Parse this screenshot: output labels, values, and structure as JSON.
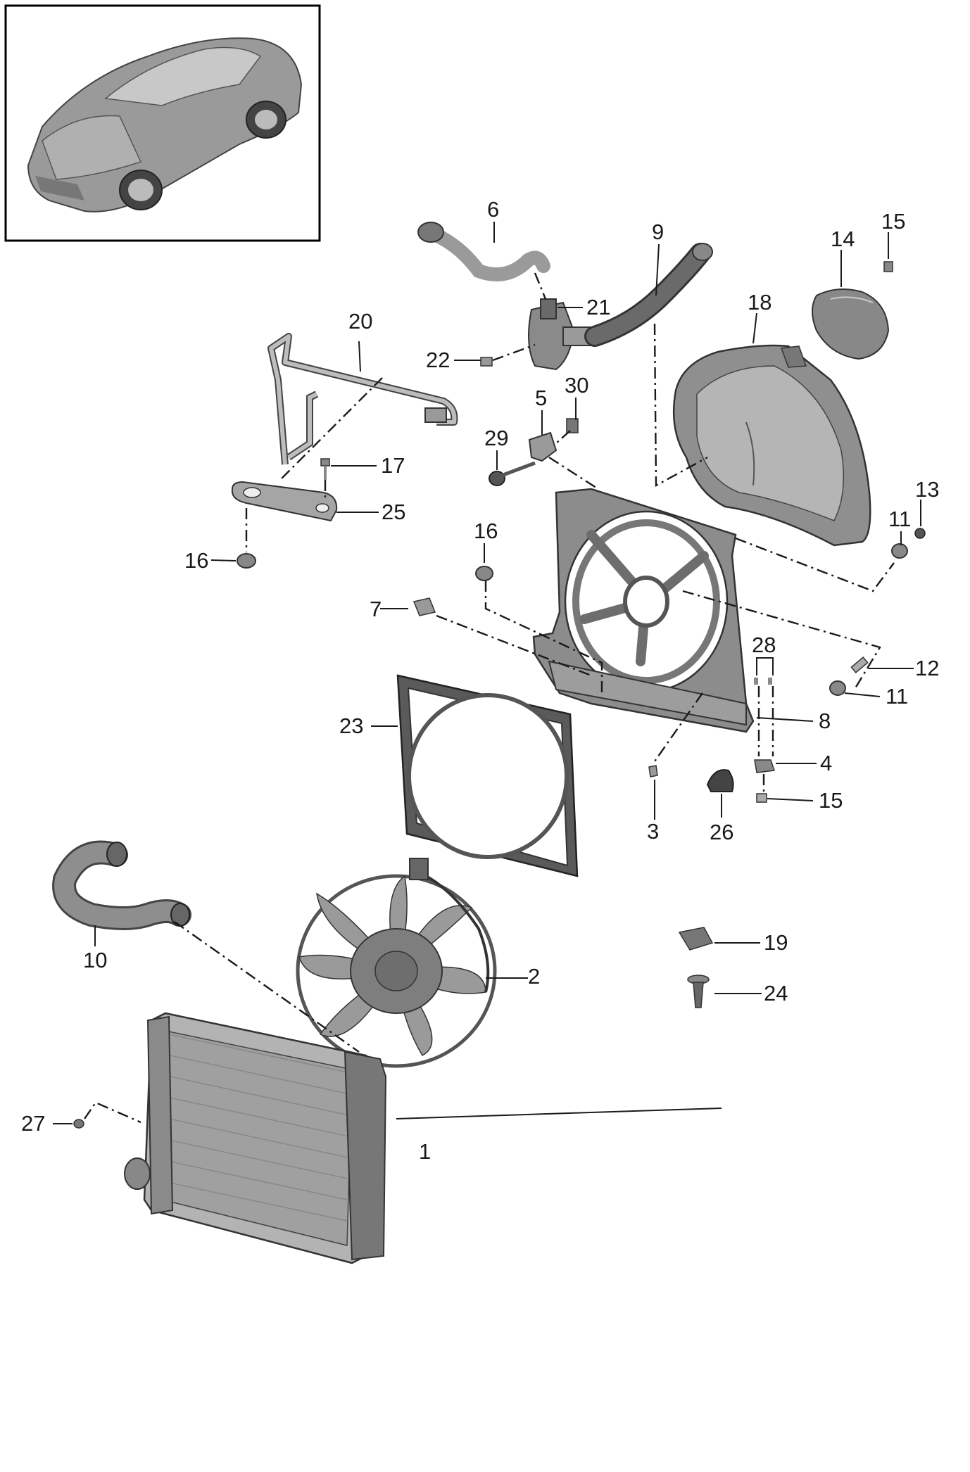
{
  "diagram": {
    "callouts": [
      {
        "id": "c1",
        "label": "1"
      },
      {
        "id": "c2",
        "label": "2"
      },
      {
        "id": "c3",
        "label": "3"
      },
      {
        "id": "c4",
        "label": "4"
      },
      {
        "id": "c5",
        "label": "5"
      },
      {
        "id": "c6",
        "label": "6"
      },
      {
        "id": "c7",
        "label": "7"
      },
      {
        "id": "c8",
        "label": "8"
      },
      {
        "id": "c9",
        "label": "9"
      },
      {
        "id": "c10",
        "label": "10"
      },
      {
        "id": "c11a",
        "label": "11"
      },
      {
        "id": "c11b",
        "label": "11"
      },
      {
        "id": "c12",
        "label": "12"
      },
      {
        "id": "c13",
        "label": "13"
      },
      {
        "id": "c14",
        "label": "14"
      },
      {
        "id": "c15a",
        "label": "15"
      },
      {
        "id": "c15b",
        "label": "15"
      },
      {
        "id": "c16a",
        "label": "16"
      },
      {
        "id": "c16b",
        "label": "16"
      },
      {
        "id": "c17",
        "label": "17"
      },
      {
        "id": "c18",
        "label": "18"
      },
      {
        "id": "c19",
        "label": "19"
      },
      {
        "id": "c20",
        "label": "20"
      },
      {
        "id": "c21",
        "label": "21"
      },
      {
        "id": "c22",
        "label": "22"
      },
      {
        "id": "c23",
        "label": "23"
      },
      {
        "id": "c24",
        "label": "24"
      },
      {
        "id": "c25",
        "label": "25"
      },
      {
        "id": "c26",
        "label": "26"
      },
      {
        "id": "c27",
        "label": "27"
      },
      {
        "id": "c28",
        "label": "28"
      },
      {
        "id": "c29",
        "label": "29"
      },
      {
        "id": "c30",
        "label": "30"
      }
    ]
  }
}
